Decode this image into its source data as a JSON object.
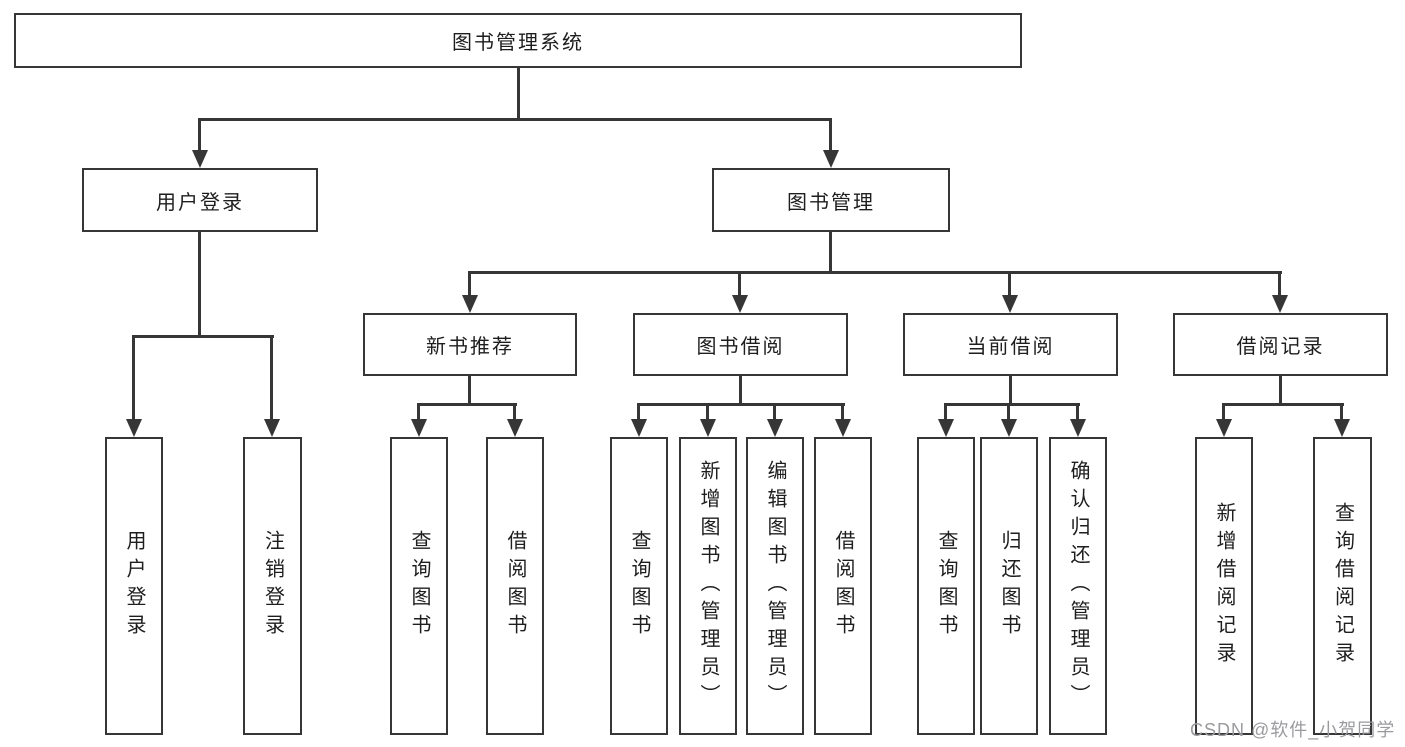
{
  "diagram": {
    "nodes": {
      "root": {
        "label": "图书管理系统"
      },
      "user_login": {
        "label": "用户登录"
      },
      "book_management": {
        "label": "图书管理"
      },
      "new_book_recommend": {
        "label": "新书推荐"
      },
      "book_borrowing": {
        "label": "图书借阅"
      },
      "current_borrowing": {
        "label": "当前借阅"
      },
      "borrowing_records": {
        "label": "借阅记录"
      }
    },
    "leaves": [
      {
        "label": "用户登录",
        "parent": "用户登录"
      },
      {
        "label": "注销登录",
        "parent": "用户登录"
      },
      {
        "label": "查询图书",
        "parent": "新书推荐"
      },
      {
        "label": "借阅图书",
        "parent": "新书推荐"
      },
      {
        "label": "查询图书",
        "parent": "图书借阅"
      },
      {
        "label": "新增图书（管理员）",
        "parent": "图书借阅"
      },
      {
        "label": "编辑图书（管理员）",
        "parent": "图书借阅"
      },
      {
        "label": "借阅图书",
        "parent": "图书借阅"
      },
      {
        "label": "查询图书",
        "parent": "当前借阅"
      },
      {
        "label": "归还图书",
        "parent": "当前借阅"
      },
      {
        "label": "确认归还（管理员）",
        "parent": "当前借阅"
      },
      {
        "label": "新增借阅记录",
        "parent": "借阅记录"
      },
      {
        "label": "查询借阅记录",
        "parent": "借阅记录"
      }
    ]
  },
  "watermark": {
    "text": "CSDN @软件_小贺同学"
  },
  "colors": {
    "line": "#363636",
    "text": "#1e1e1e",
    "background": "#ffffff",
    "watermark": "#9b9b9f"
  }
}
